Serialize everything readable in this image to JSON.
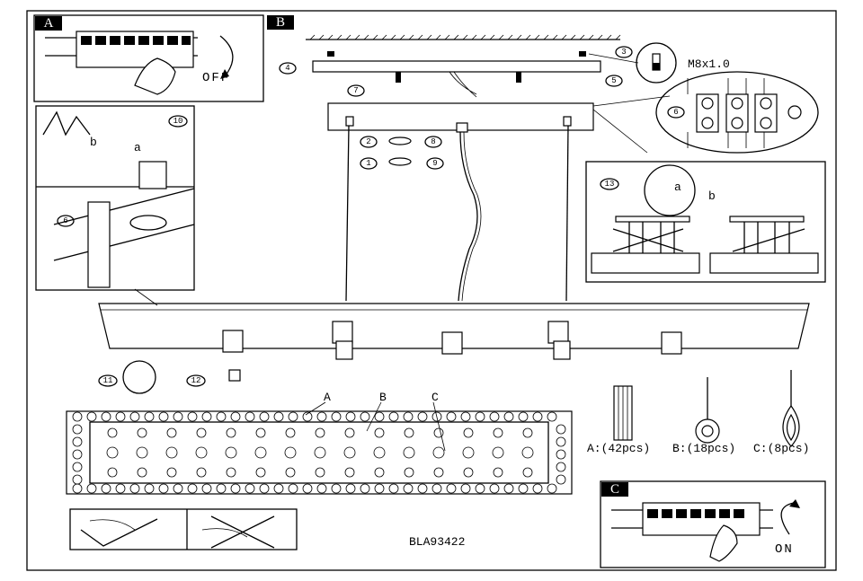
{
  "panels": {
    "a": {
      "label": "A",
      "action": "OFF"
    },
    "b": {
      "label": "B",
      "screw_spec": "M8x1.0",
      "detail_labels": {
        "a": "a",
        "b": "b"
      }
    },
    "c": {
      "label": "C",
      "action": "ON"
    }
  },
  "steps": [
    "1",
    "2",
    "3",
    "4",
    "5",
    "6",
    "7",
    "8",
    "9",
    "10",
    "11",
    "12",
    "13"
  ],
  "left_detail": {
    "a": "a",
    "b": "b"
  },
  "pattern_labels": {
    "a": "A",
    "b": "B",
    "c": "C"
  },
  "parts": [
    {
      "name": "A",
      "label": "A:(42pcs)"
    },
    {
      "name": "B",
      "label": "B:(18pcs)"
    },
    {
      "name": "C",
      "label": "C:(8pcs)"
    }
  ],
  "model": "BLA93422"
}
